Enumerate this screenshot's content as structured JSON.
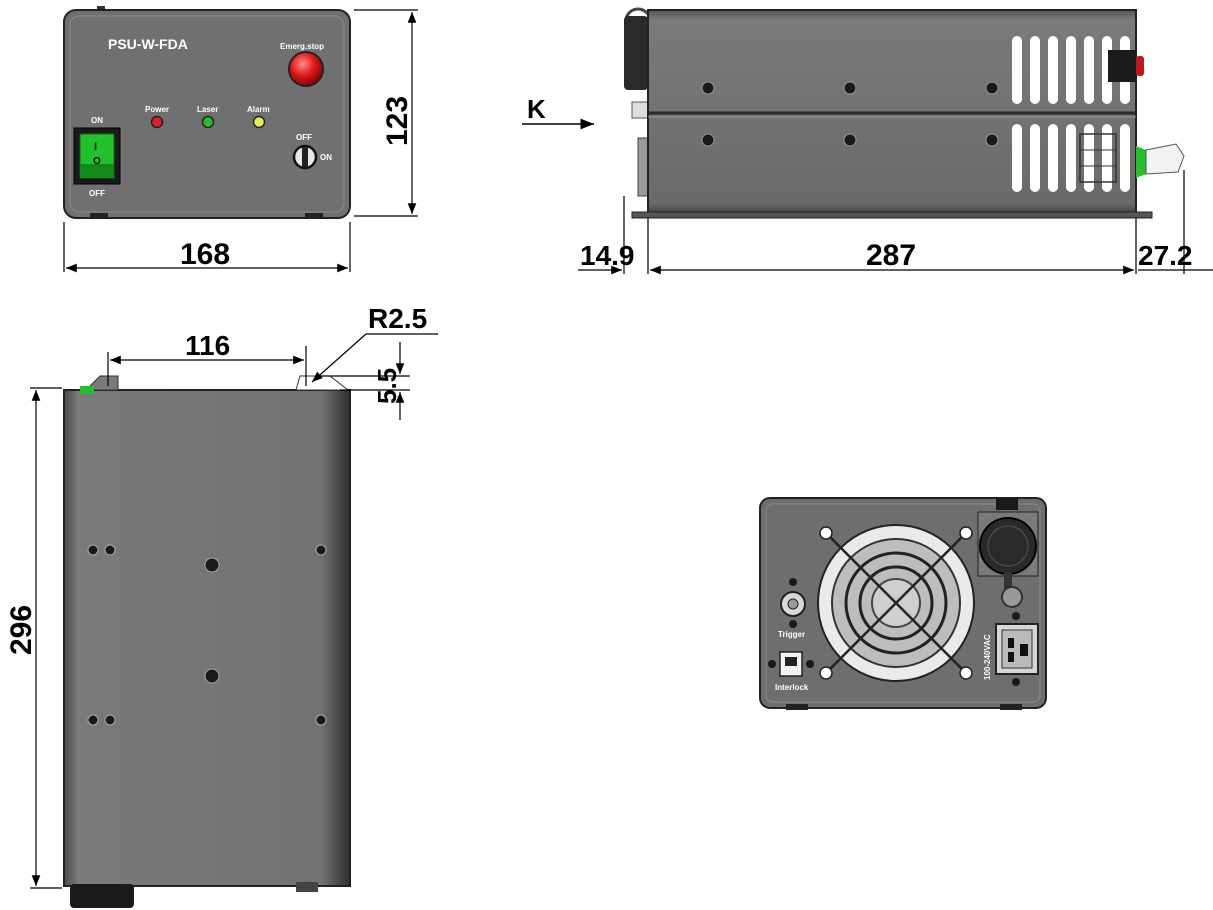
{
  "front_panel": {
    "model": "PSU-W-FDA",
    "emergency_stop": "Emerg.stop",
    "power_switch_on": "ON",
    "power_switch_off": "OFF",
    "indicator_power": "Power",
    "indicator_laser": "Laser",
    "indicator_alarm": "Alarm",
    "key_off": "OFF",
    "key_on": "ON",
    "switch_mark_on": "I",
    "switch_mark_off": "O"
  },
  "dimensions": {
    "front_width": "168",
    "front_height": "123",
    "side_left_offset": "14.9",
    "side_length": "287",
    "side_right_offset": "27.2",
    "view_marker": "K",
    "top_hole_spacing": "116",
    "corner_radius": "R2.5",
    "edge_offset": "5.5",
    "top_depth": "296"
  },
  "rear_panel": {
    "trigger": "Trigger",
    "interlock": "Interlock",
    "voltage": "100-240VAC"
  },
  "colors": {
    "housing": "#6e6e6e",
    "housing_dark": "#3c3c3c",
    "switch_green": "#22c02a",
    "estop_red": "#e01818",
    "led_red": "#e02020",
    "led_green": "#27c127",
    "led_yellow": "#e8e85a"
  }
}
